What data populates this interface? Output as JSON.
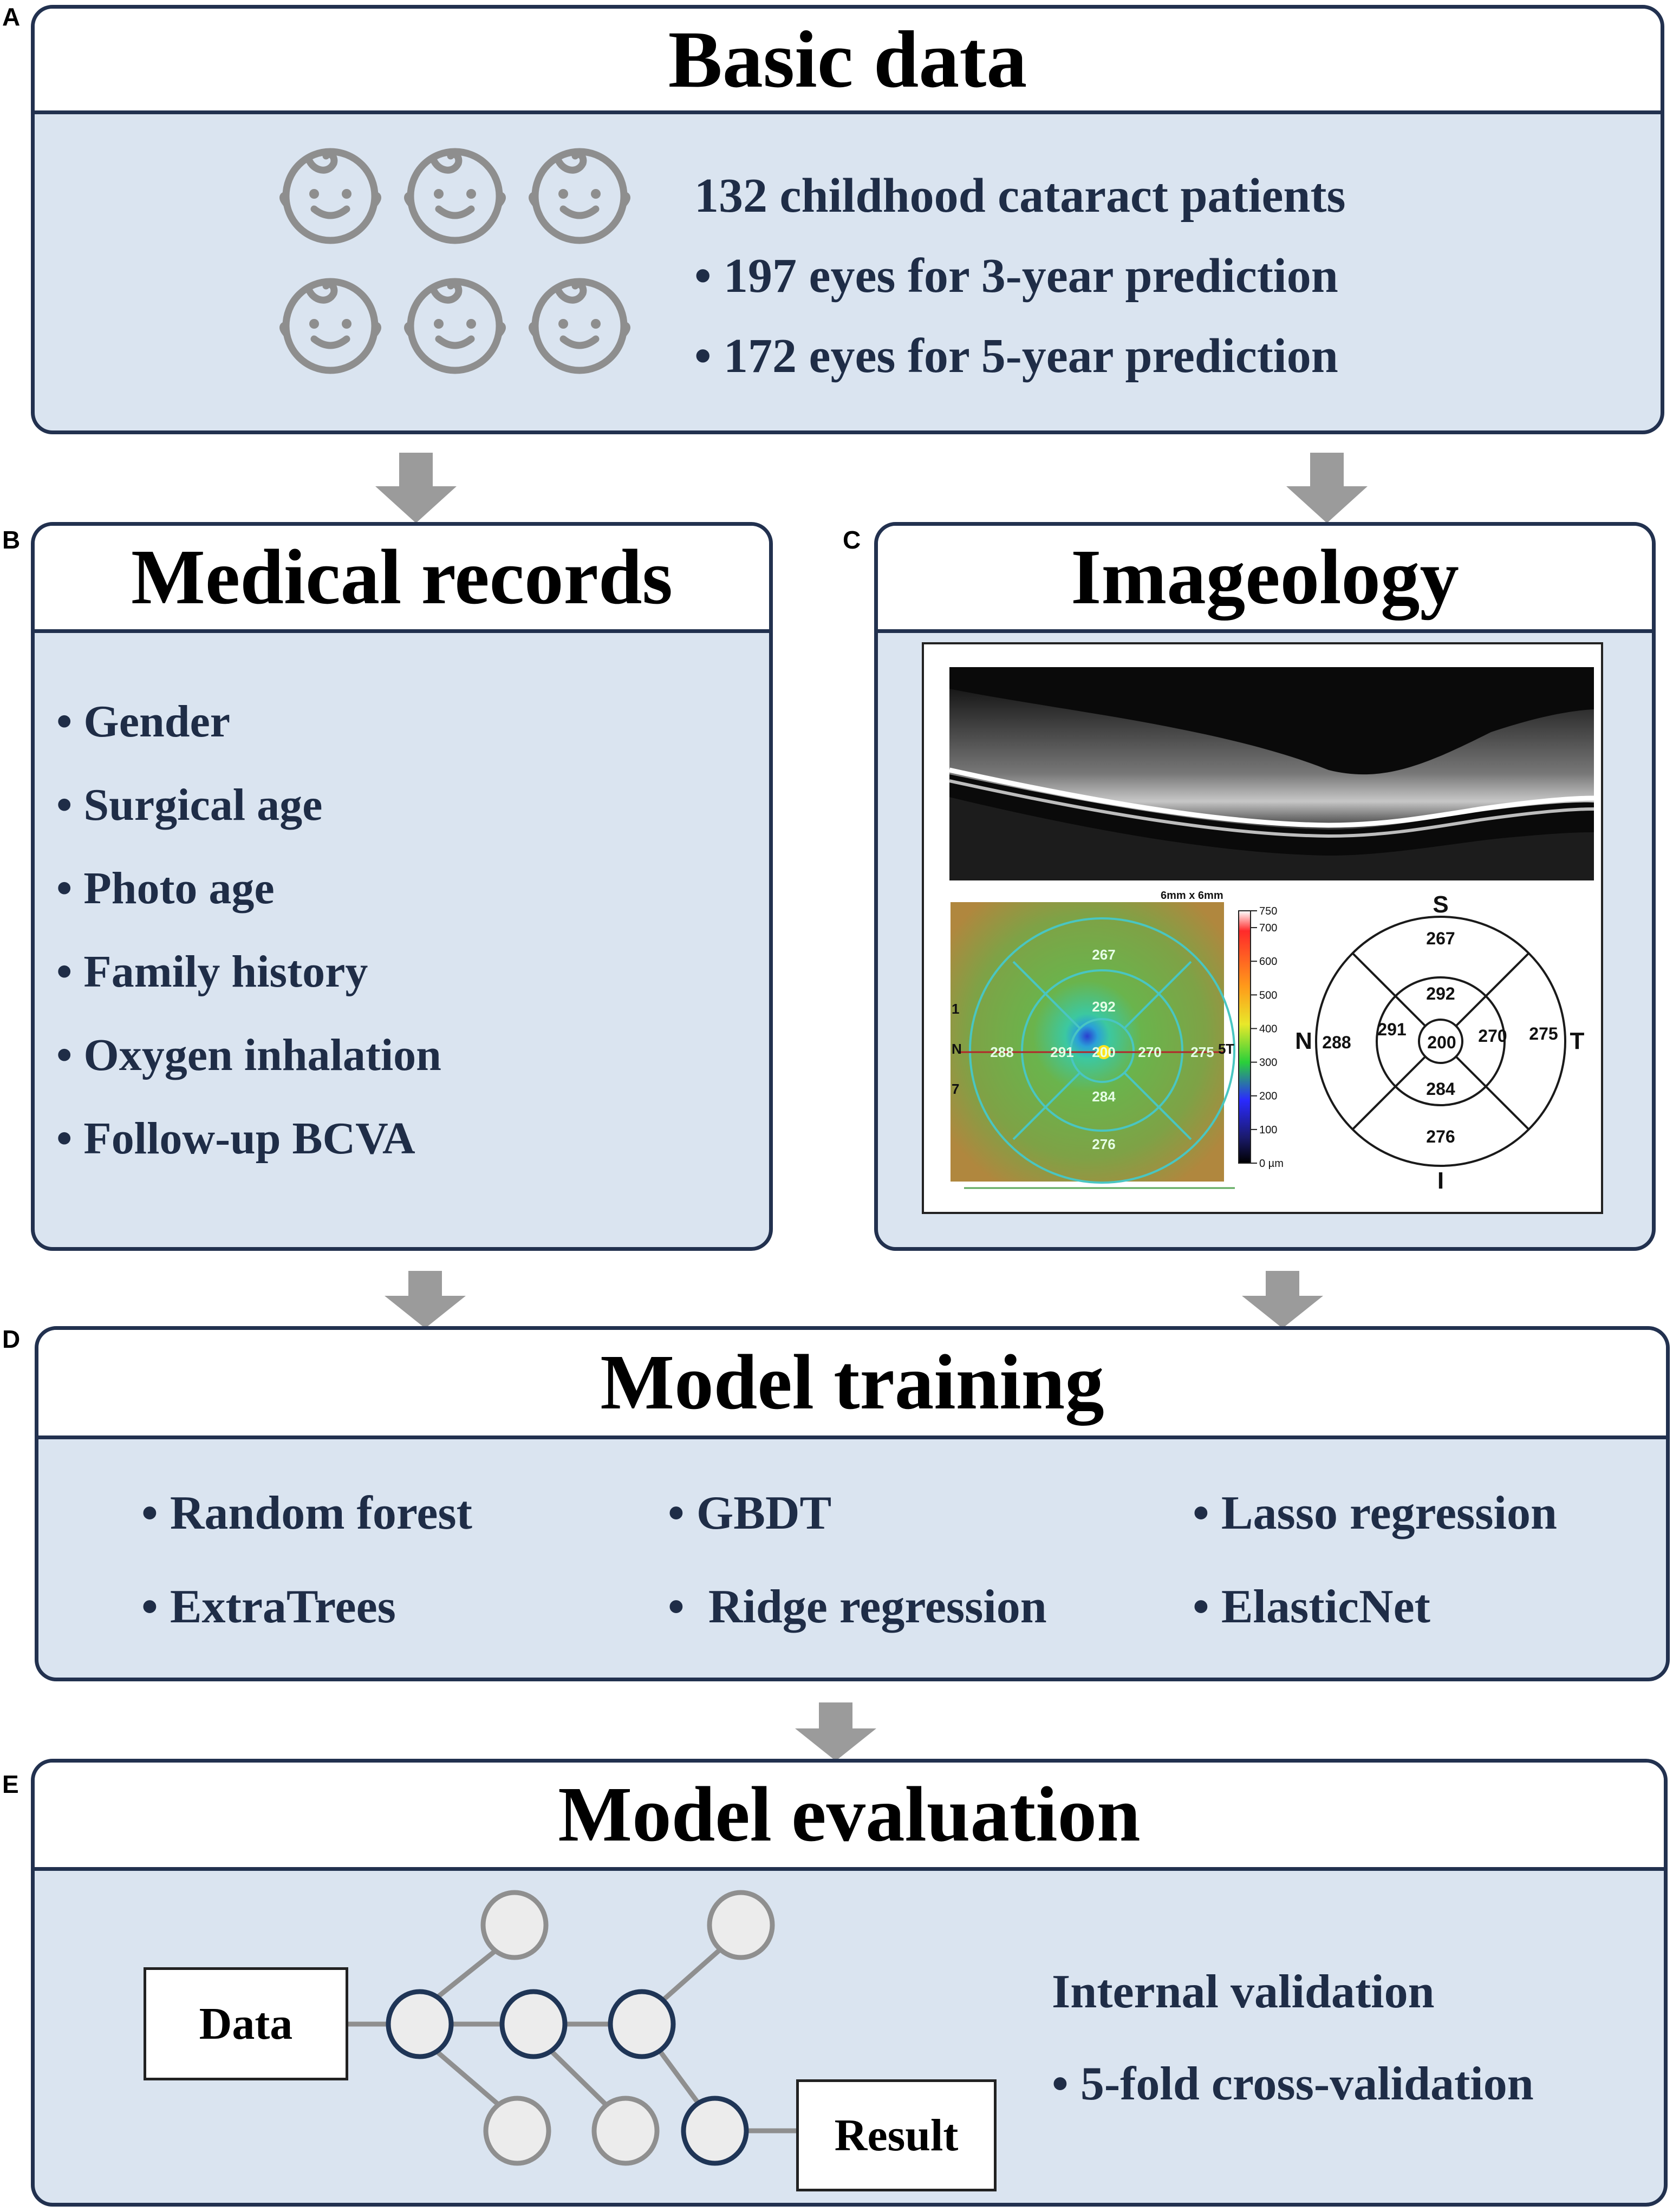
{
  "panel_letters": {
    "a": "A",
    "b": "B",
    "c": "C",
    "d": "D",
    "e": "E"
  },
  "basic": {
    "title": "Basic data",
    "patients": "132 childhood cataract patients",
    "items": [
      "197 eyes for 3-year prediction",
      "172 eyes for 5-year prediction"
    ],
    "icon": "baby-face-icon"
  },
  "medical": {
    "title": "Medical records",
    "items": [
      "Gender",
      "Surgical age",
      "Photo age",
      "Family history",
      "Oxygen inhalation",
      "Follow-up BCVA"
    ]
  },
  "imageology": {
    "title": "Imageology",
    "scale_label": "6mm x 6mm",
    "colorbar_ticks": [
      "750",
      "700",
      "600",
      "500",
      "400",
      "300",
      "200",
      "100",
      "0 µm"
    ],
    "map_values": [
      "267",
      "292",
      "288",
      "291",
      "200",
      "270",
      "275",
      "284",
      "276"
    ],
    "map_side_labels": [
      "1",
      "N",
      "7",
      "T",
      "5"
    ],
    "etdrs": {
      "directions": {
        "top": "S",
        "bottom": "I",
        "left": "N",
        "right": "T"
      },
      "center": "200",
      "inner": {
        "top": "292",
        "left": "291",
        "right": "270",
        "bottom": "284"
      },
      "outer": {
        "top": "267",
        "left": "288",
        "right": "275",
        "bottom": "276"
      }
    }
  },
  "training": {
    "title": "Model training",
    "models": [
      "Random forest",
      "GBDT",
      "Lasso regression",
      "ExtraTrees",
      "Ridge regression",
      "ElasticNet"
    ]
  },
  "evaluation": {
    "title": "Model evaluation",
    "data_label": "Data",
    "result_label": "Result",
    "validation_title": "Internal validation",
    "validation_items": [
      "5-fold cross-validation"
    ]
  },
  "bullet": "•",
  "colors": {
    "panel_fill": "#dae4f0",
    "border": "#22314f",
    "text": "#1f2d47",
    "arrow": "#9b9b9b",
    "node_fill": "#ececec",
    "node_dark": "#1f3556",
    "node_grey": "#8f8f8f"
  }
}
